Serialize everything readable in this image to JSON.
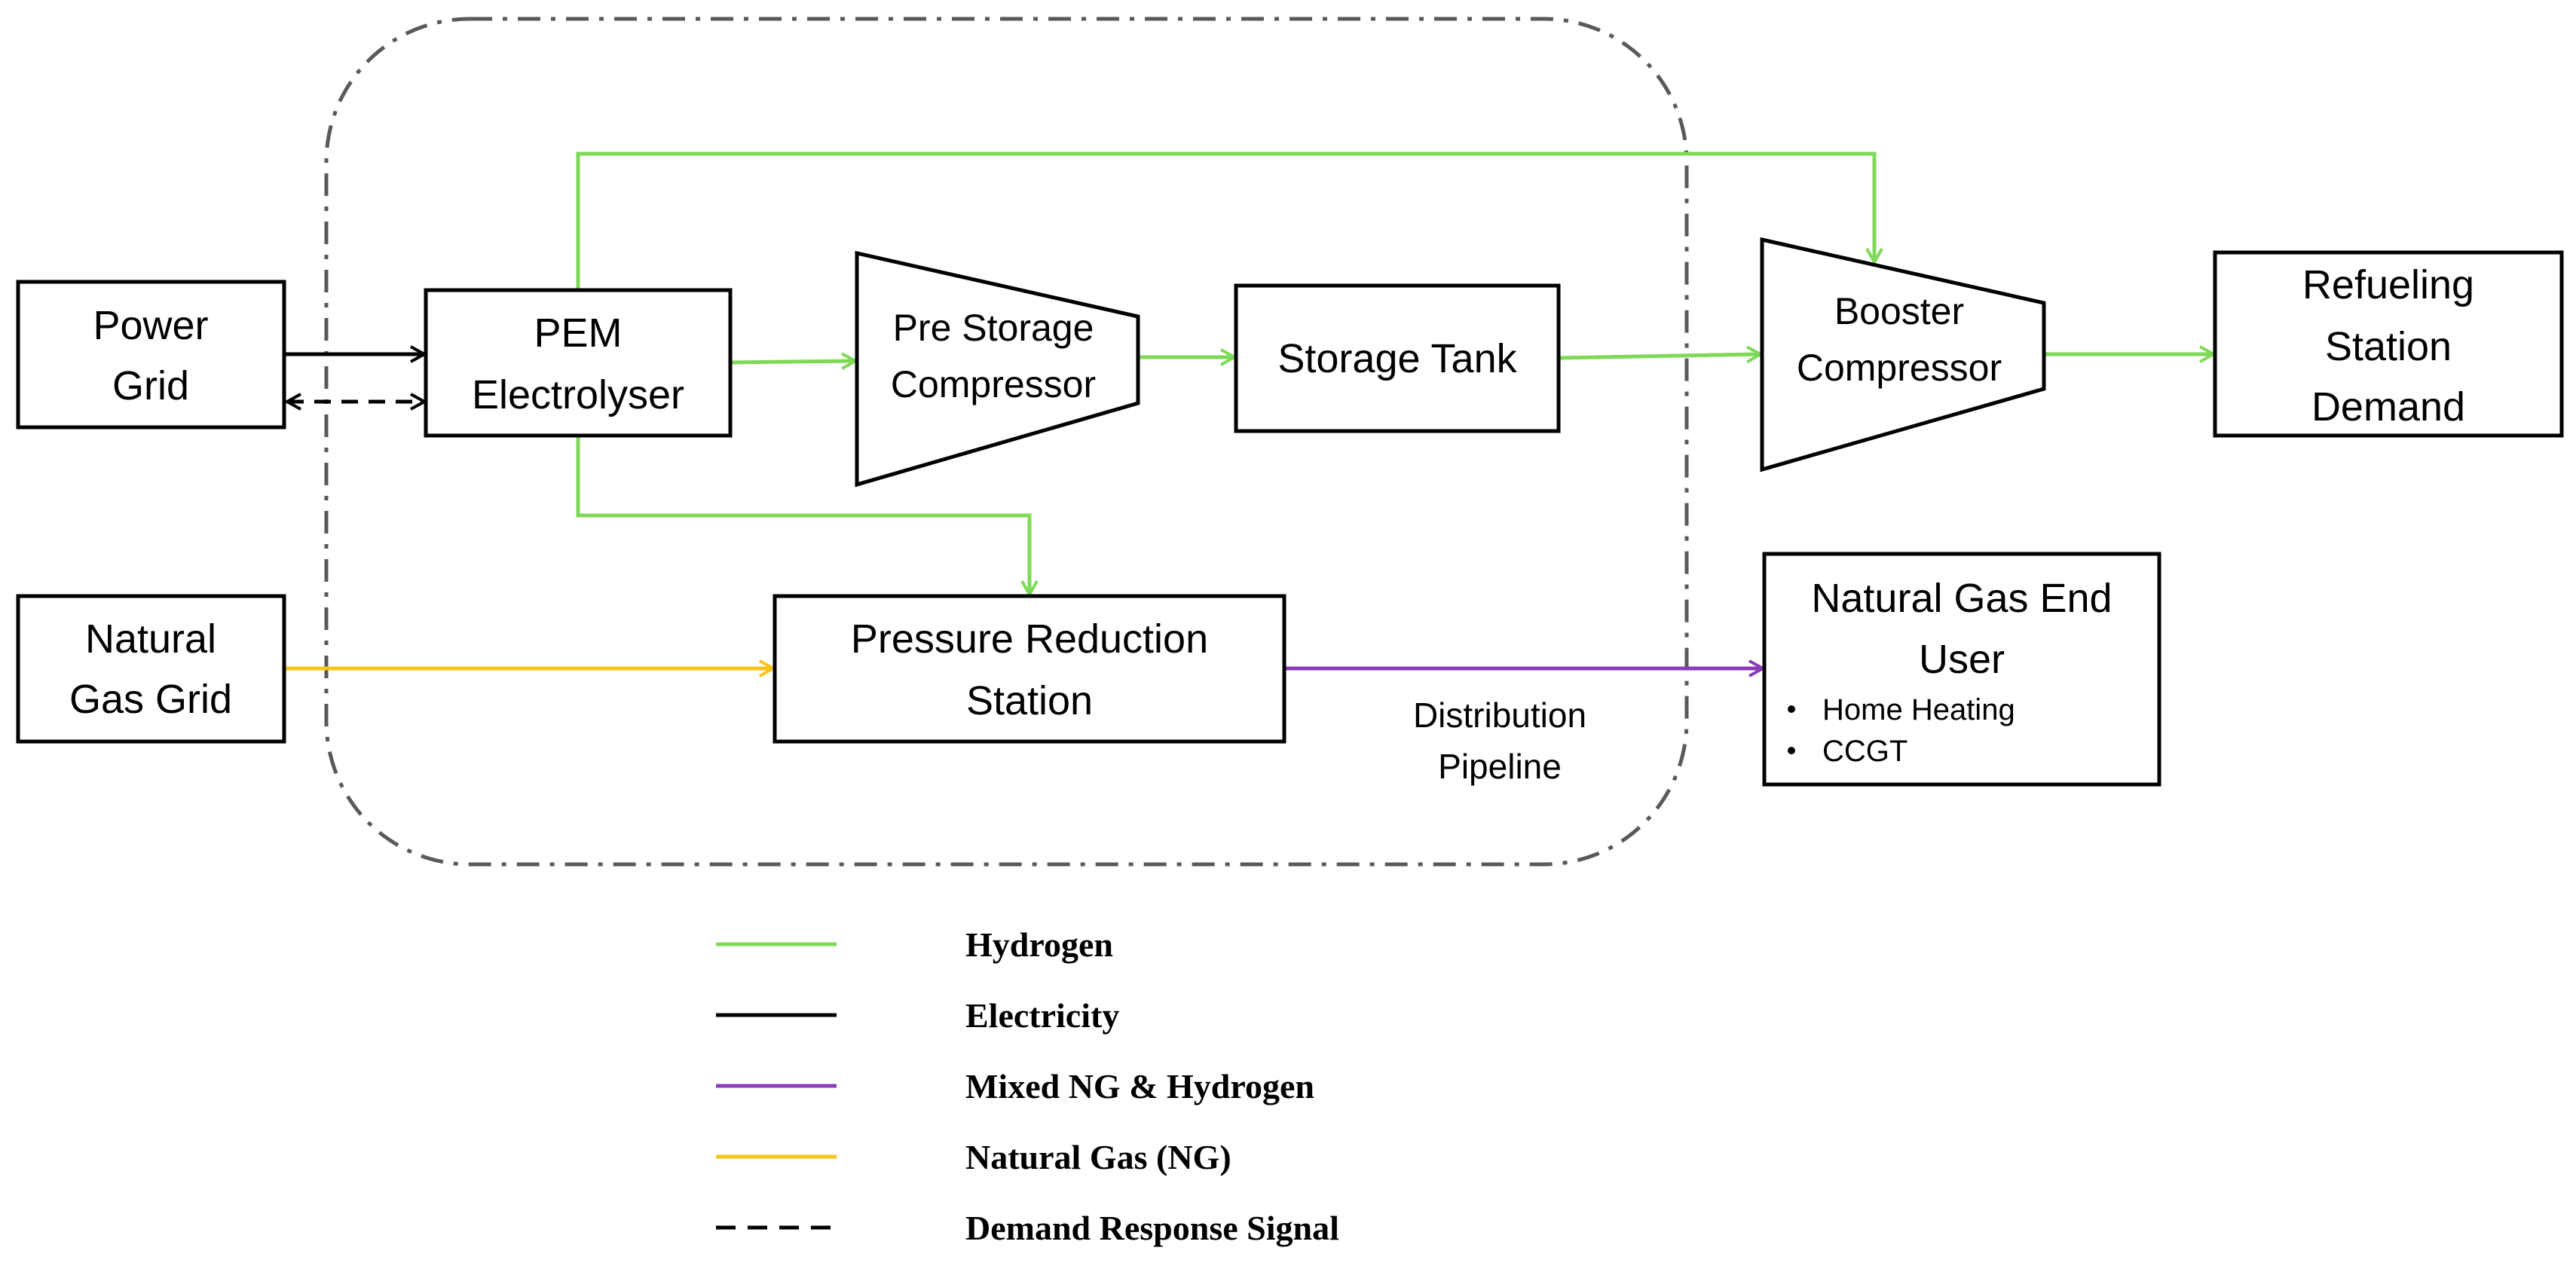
{
  "colors": {
    "hydrogen": "#7ed957",
    "electricity": "#000000",
    "mixed": "#8a3db6",
    "natural_gas": "#f5c518",
    "boundary": "#595959"
  },
  "nodes": {
    "power_grid": [
      "Power",
      "Grid"
    ],
    "natural_gas_grid": [
      "Natural",
      "Gas Grid"
    ],
    "pem_electrolyser": [
      "PEM",
      "Electrolyser"
    ],
    "pre_storage_compressor": [
      "Pre Storage",
      "Compressor"
    ],
    "storage_tank": [
      "Storage Tank"
    ],
    "booster_compressor": [
      "Booster",
      "Compressor"
    ],
    "refueling_station_demand": [
      "Refueling",
      "Station",
      "Demand"
    ],
    "pressure_reduction_station": [
      "Pressure Reduction",
      "Station"
    ],
    "natural_gas_end_user": {
      "title": [
        "Natural Gas End",
        "User"
      ],
      "bullets": [
        "Home Heating",
        "CCGT"
      ]
    }
  },
  "pipeline_label": [
    "Distribution",
    "Pipeline"
  ],
  "legend": [
    {
      "label": "Hydrogen",
      "color_key": "hydrogen",
      "style": "solid"
    },
    {
      "label": "Electricity",
      "color_key": "electricity",
      "style": "solid"
    },
    {
      "label": "Mixed NG & Hydrogen",
      "color_key": "mixed",
      "style": "solid"
    },
    {
      "label": "Natural Gas (NG)",
      "color_key": "natural_gas",
      "style": "solid"
    },
    {
      "label": "Demand Response Signal",
      "color_key": "electricity",
      "style": "dashed"
    }
  ]
}
